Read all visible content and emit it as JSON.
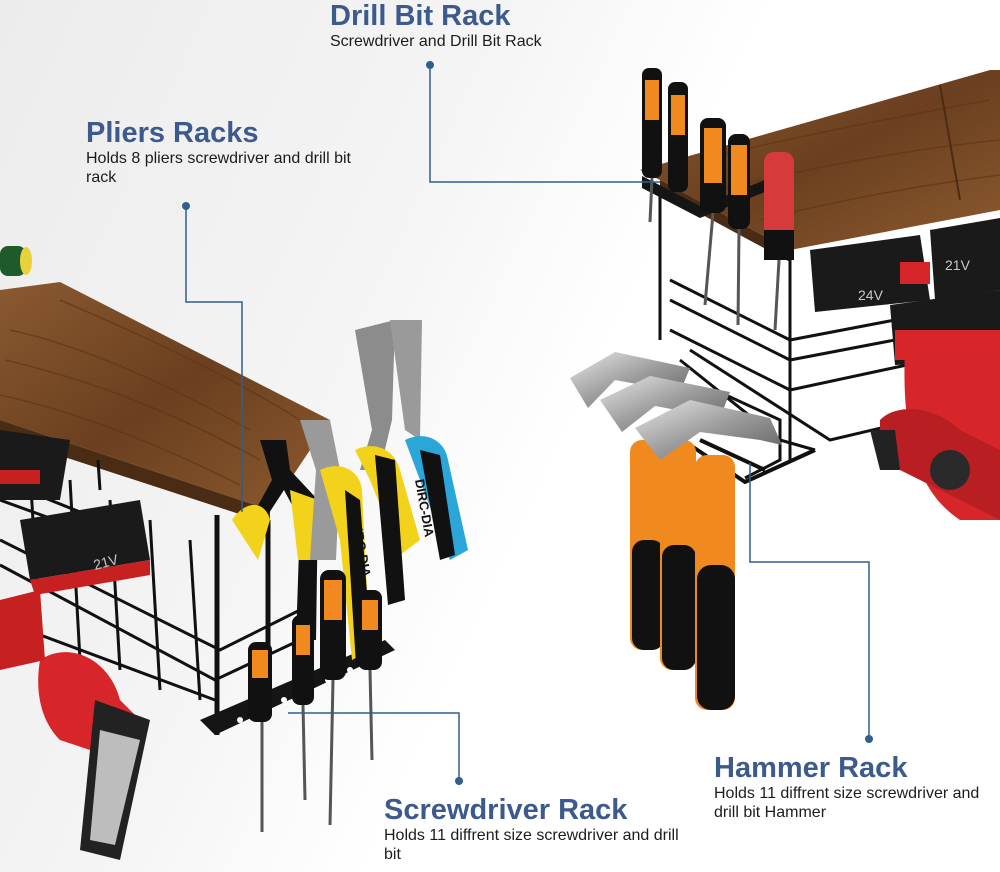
{
  "callouts": {
    "drill": {
      "title": "Drill Bit Rack",
      "desc": "Screwdriver and Drill Bit Rack"
    },
    "pliers": {
      "title": "Pliers Racks",
      "desc": "Holds 8 pliers screwdriver and drill bit rack"
    },
    "screwdriver": {
      "title": "Screwdriver Rack",
      "desc": "Holds 11 diffrent size screwdriver and drill bit"
    },
    "hammer": {
      "title": "Hammer Rack",
      "desc": "Holds 11 diffrent size screwdriver and drill bit   Hammer"
    }
  },
  "labels": {
    "pliers_grip": "DIRC-DIA",
    "battery_voltage": "21V",
    "battery_voltage_right": "24V"
  },
  "colors": {
    "title_blue": "#3d5a8c",
    "leader_line": "#2f5f8a",
    "wood": "#7a4a26",
    "metal": "#1a1a1a",
    "tool_red": "#d6262a",
    "handle_orange": "#f08a1e",
    "plier_yellow": "#f2d21a",
    "plier_blue": "#2aa7d8"
  }
}
